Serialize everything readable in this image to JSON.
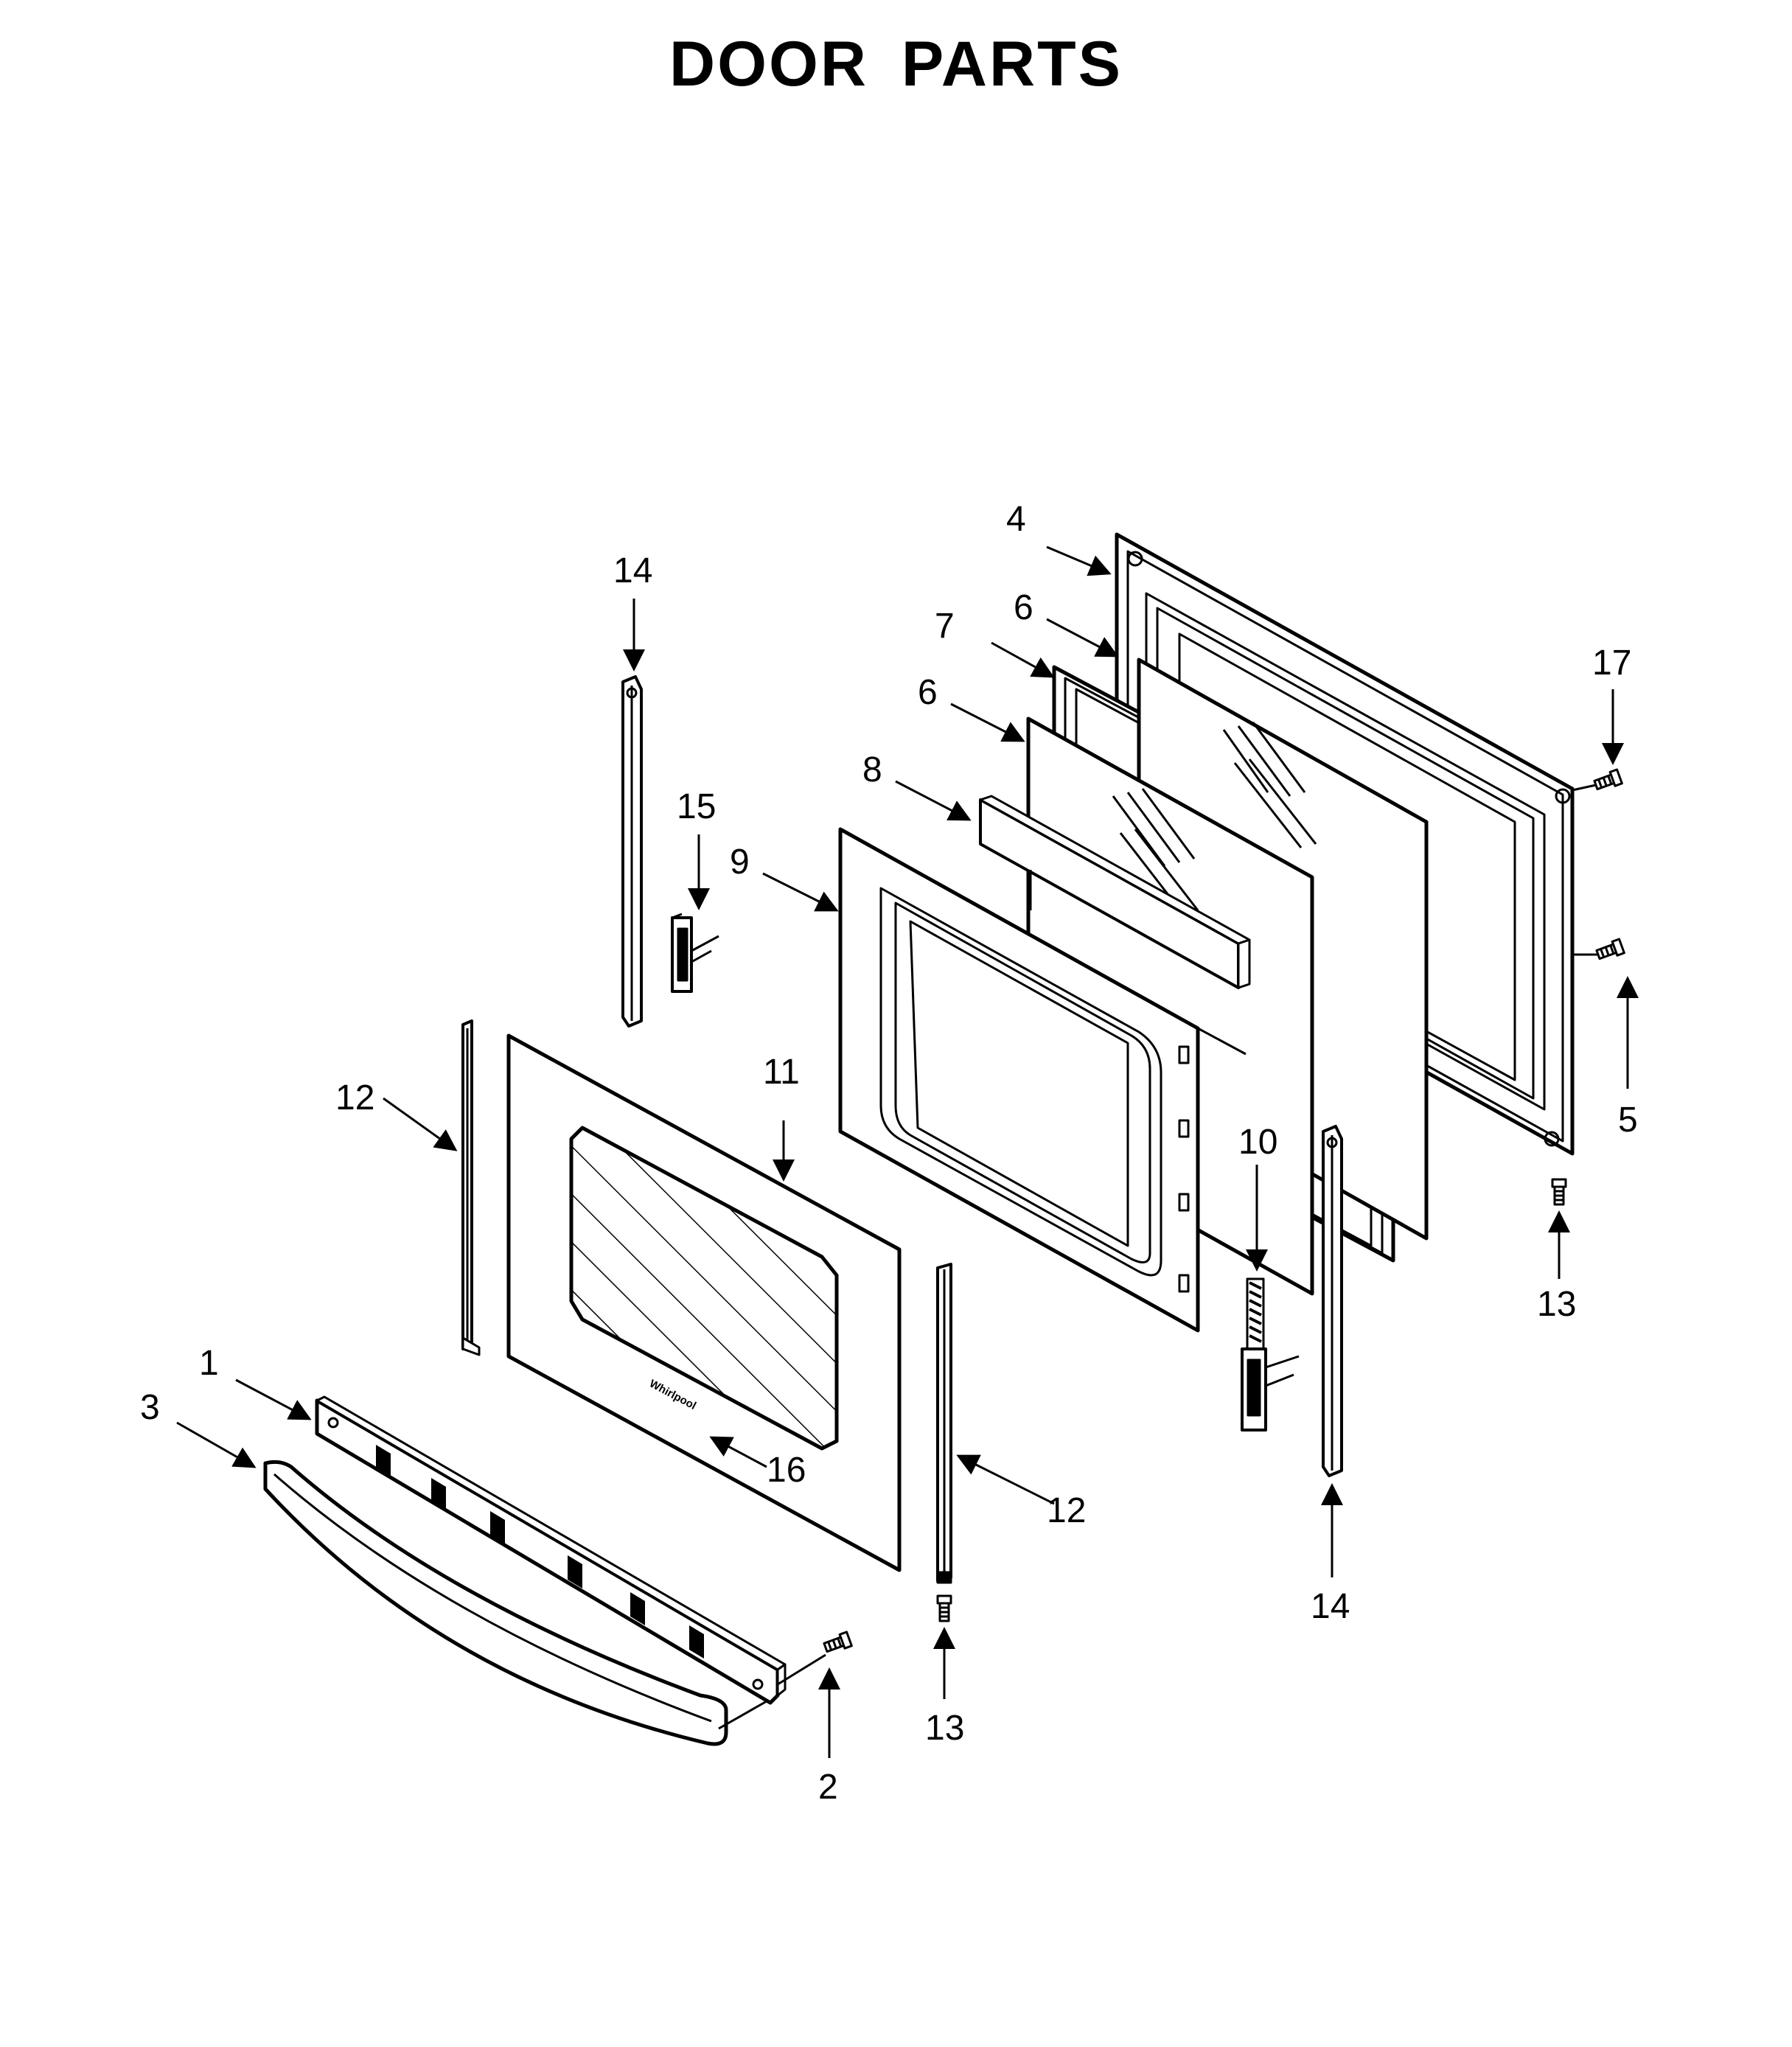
{
  "title": "DOOR PARTS",
  "logo_text": "Whirlpool",
  "callouts": {
    "c1": "1",
    "c2": "2",
    "c3": "3",
    "c4": "4",
    "c5": "5",
    "c6a": "6",
    "c6b": "6",
    "c7": "7",
    "c8": "8",
    "c9": "9",
    "c10": "10",
    "c11": "11",
    "c12a": "12",
    "c12b": "12",
    "c13a": "13",
    "c13b": "13",
    "c14a": "14",
    "c14b": "14",
    "c15": "15",
    "c16": "16",
    "c17": "17"
  }
}
